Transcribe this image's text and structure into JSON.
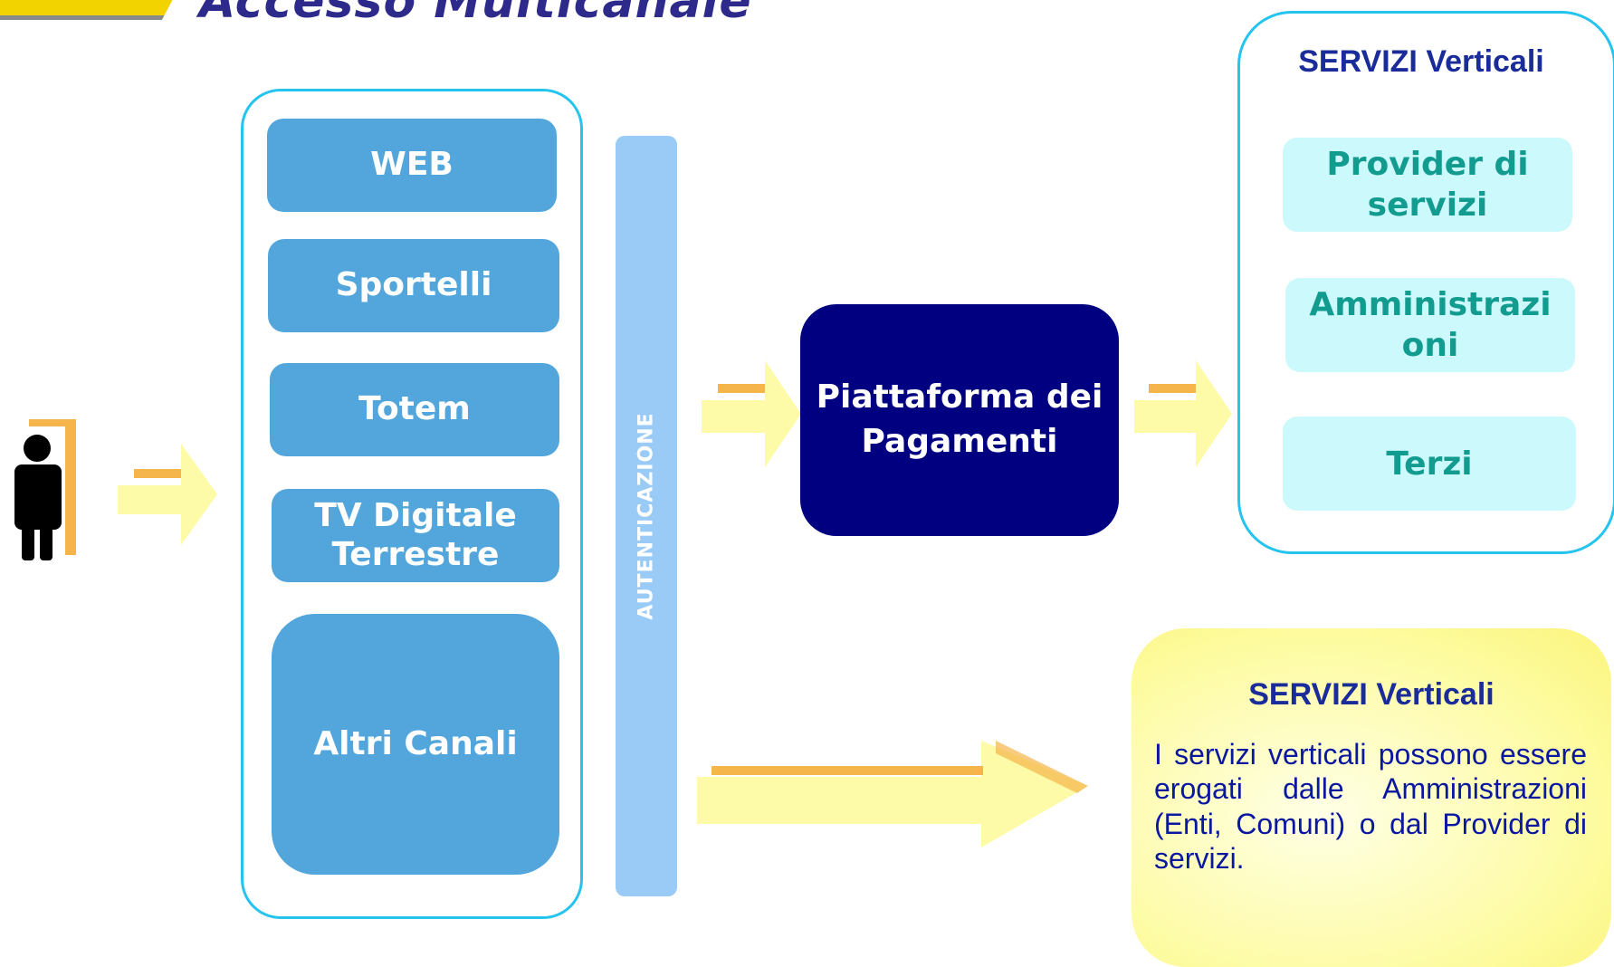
{
  "title": "Accesso Multicanale",
  "channels": [
    "WEB",
    "Sportelli",
    "Totem",
    "TV Digitale Terrestre",
    "Altri Canali"
  ],
  "authentication_label": "AUTENTICAZIONE",
  "platform": {
    "label": "Piattaforma dei Pagamenti"
  },
  "services_panel": {
    "heading": "SERVIZI Verticali",
    "items": [
      "Provider di servizi",
      "Amministrazi oni",
      "Terzi"
    ]
  },
  "note": {
    "title": "SERVIZI Verticali",
    "body": "I servizi verticali possono essere erogati dalle Amministrazioni (Enti, Comuni) o dal Provider di servizi."
  },
  "colors": {
    "channel_fill": "#52a6dc",
    "panel_border": "#25c4ef",
    "platform_fill": "#000080",
    "service_fill": "#ccf9fb",
    "service_text": "#129b8f",
    "arrow_fill": "#fdfba8",
    "arrow_hatch": "#f5b54a",
    "note_fill": "#fdfb9c"
  }
}
